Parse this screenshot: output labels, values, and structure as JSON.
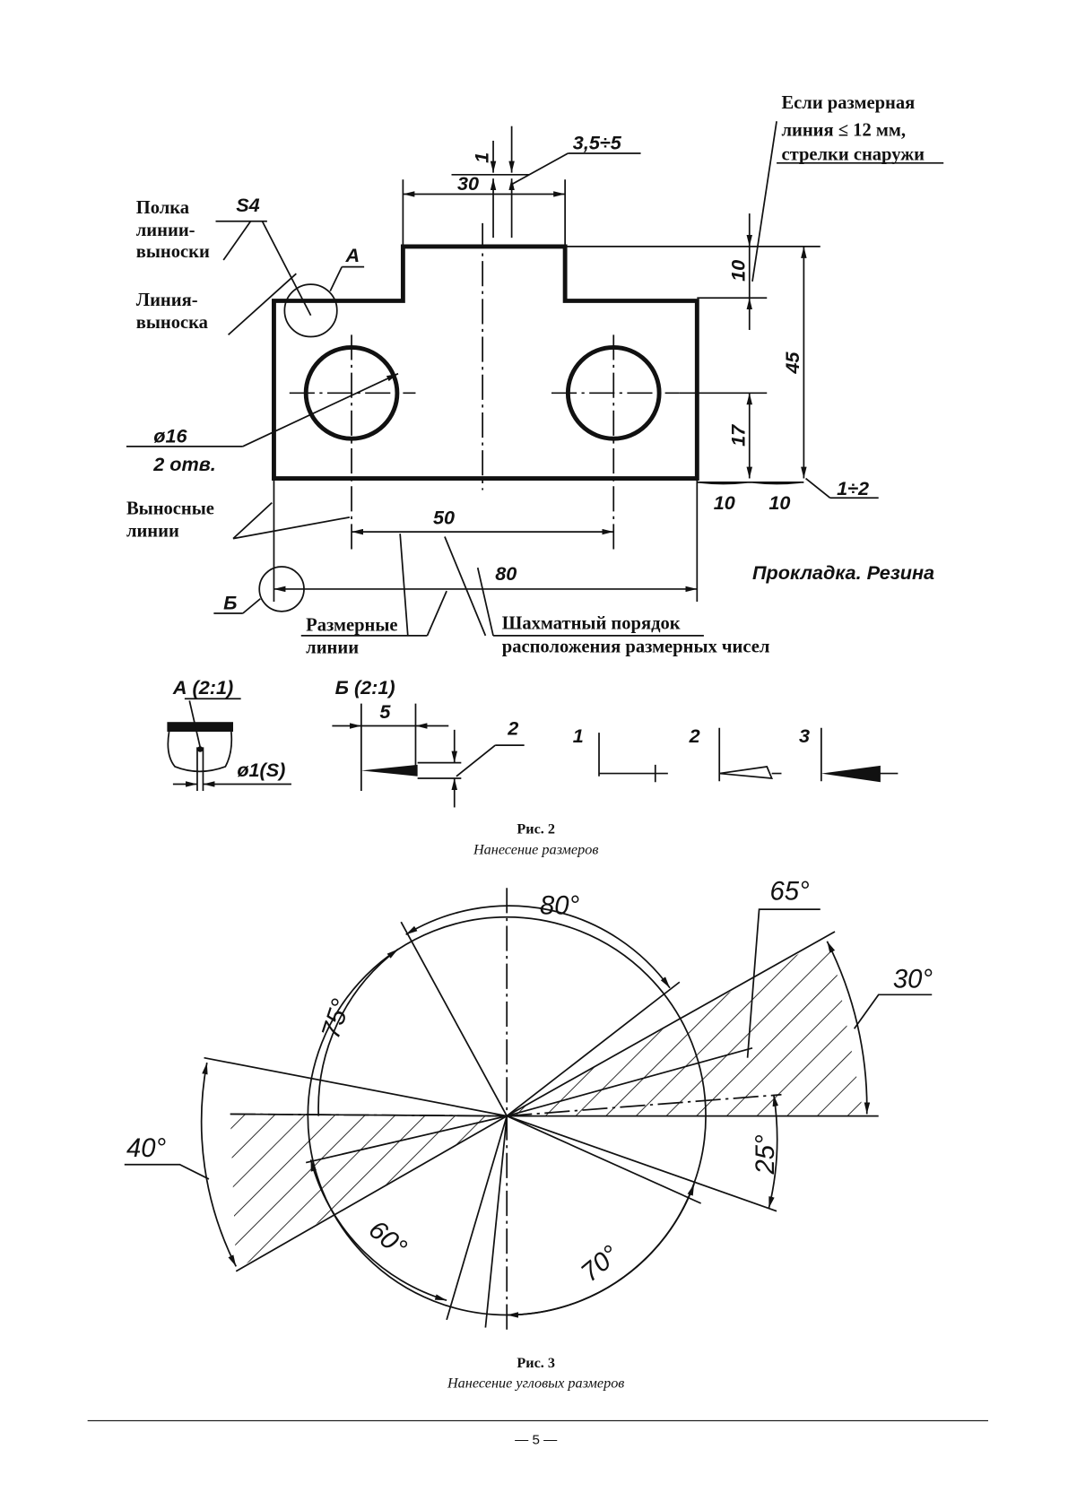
{
  "figure2": {
    "annotations": {
      "shelf_label_1": "Полка",
      "shelf_label_2": "линии-",
      "shelf_label_3": "выноски",
      "leader_label_1": "Линия-",
      "leader_label_2": "выноска",
      "extension_label_1": "Выносные",
      "extension_label_2": "линии",
      "dimension_label_1": "Размерные",
      "dimension_label_2": "линии",
      "staggered_1": "Шахматный порядок",
      "staggered_2": "расположения размерных чисел",
      "note_1": "Если размерная",
      "note_2": "линия ≤ 12 мм,",
      "note_3": "стрелки снаружи",
      "material": "Прокладка. Резина"
    },
    "dimensions": {
      "s4": "S4",
      "a_mark": "А",
      "b_mark": "Б",
      "d30": "30",
      "d1": "1",
      "d35_5": "3,5÷5",
      "d10_top": "10",
      "d45": "45",
      "d17": "17",
      "d10_a": "10",
      "d10_b": "10",
      "d1_2": "1÷2",
      "hole_dia": "ø16",
      "hole_count": "2 отв.",
      "d50": "50",
      "d80": "80"
    },
    "details": {
      "a_title": "А (2:1)",
      "a_dim": "ø1(S)",
      "b_title": "Б (2:1)",
      "b_dim": "5",
      "b_leader": "2",
      "arrow_1": "1",
      "arrow_2": "2",
      "arrow_3": "3"
    },
    "caption_title": "Рис. 2",
    "caption_text": "Нанесение размеров"
  },
  "figure3": {
    "angles": {
      "a80": "80°",
      "a65": "65°",
      "a30": "30°",
      "a75": "75°",
      "a40": "40°",
      "a25": "25°",
      "a60": "60°",
      "a70": "70°"
    },
    "caption_title": "Рис. 3",
    "caption_text": "Нанесение угловых размеров"
  },
  "footer": {
    "page_number": "— 5 —"
  }
}
